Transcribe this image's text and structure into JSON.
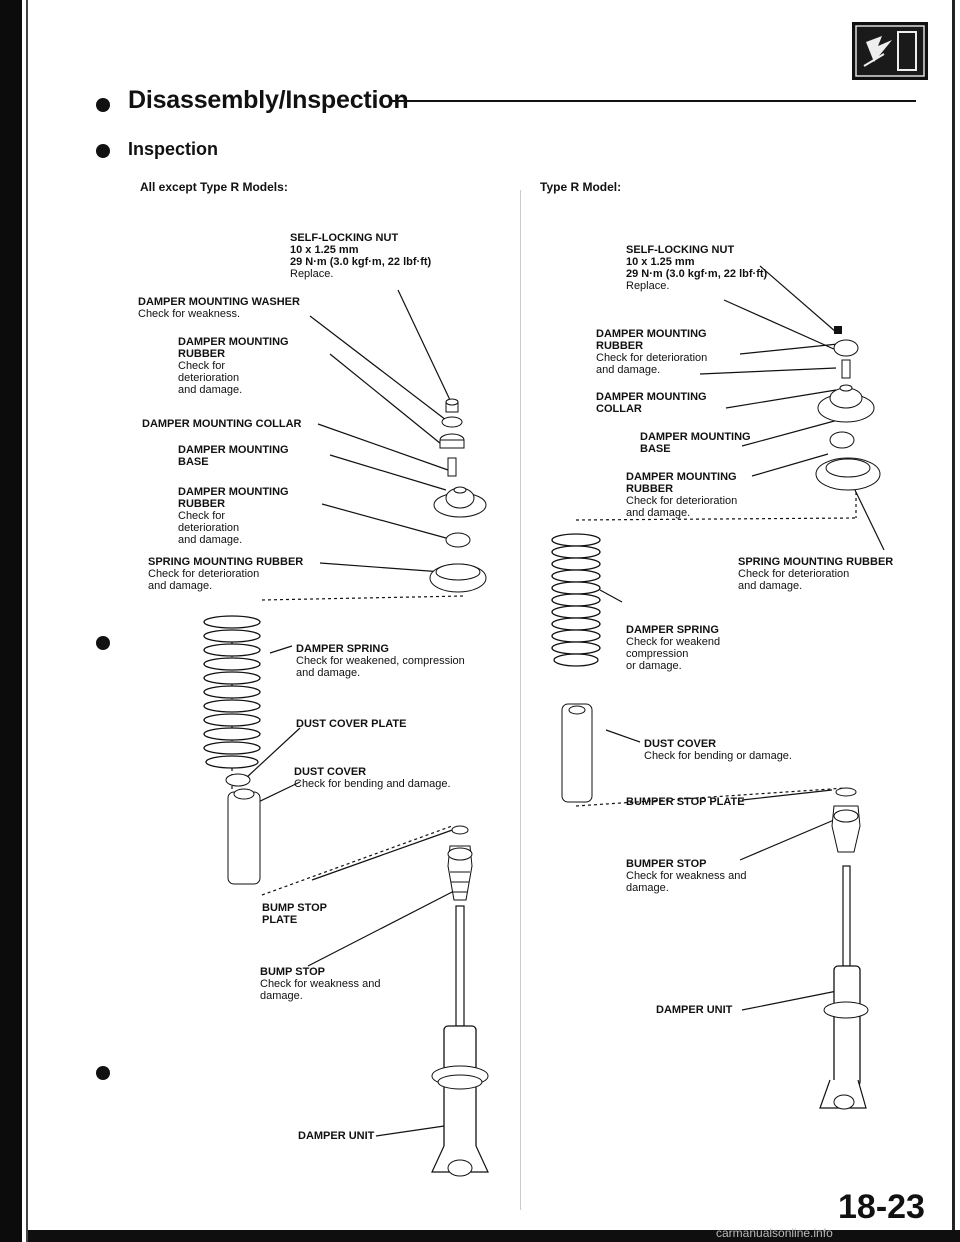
{
  "page": {
    "title": "Disassembly/Inspection",
    "section": "Inspection",
    "page_number": "18-23",
    "watermark": "carmanualsonline.info",
    "logo_icon": "suspension-logo-icon"
  },
  "left": {
    "heading": "All except Type R Models:",
    "labels": {
      "nut_title": "SELF-LOCKING NUT",
      "nut_size": "10 x 1.25 mm",
      "nut_torque": "29 N·m (3.0 kgf·m, 22 lbf·ft)",
      "nut_note": "Replace.",
      "washer_title": "DAMPER MOUNTING WASHER",
      "washer_note": "Check for weakness.",
      "rubber1_title1": "DAMPER MOUNTING",
      "rubber1_title2": "RUBBER",
      "rubber1_note1": "Check for",
      "rubber1_note2": "deterioration",
      "rubber1_note3": "and damage.",
      "collar_title": "DAMPER MOUNTING COLLAR",
      "base_title1": "DAMPER MOUNTING",
      "base_title2": "BASE",
      "rubber2_title1": "DAMPER MOUNTING",
      "rubber2_title2": "RUBBER",
      "rubber2_note1": "Check for",
      "rubber2_note2": "deterioration",
      "rubber2_note3": "and damage.",
      "spring_rubber_title": "SPRING MOUNTING RUBBER",
      "spring_rubber_note1": "Check for deterioration",
      "spring_rubber_note2": "and damage.",
      "spring_title": "DAMPER SPRING",
      "spring_note1": "Check for weakened, compression",
      "spring_note2": "and damage.",
      "plate_title": "DUST COVER PLATE",
      "cover_title": "DUST COVER",
      "cover_note": "Check for bending and damage.",
      "bump_plate_title1": "BUMP STOP",
      "bump_plate_title2": "PLATE",
      "bump_stop_title": "BUMP STOP",
      "bump_stop_note1": "Check for weakness and",
      "bump_stop_note2": "damage.",
      "unit_title": "DAMPER UNIT"
    }
  },
  "right": {
    "heading": "Type R Model:",
    "labels": {
      "nut_title": "SELF-LOCKING NUT",
      "nut_size": "10 x 1.25 mm",
      "nut_torque": "29 N·m (3.0 kgf·m, 22 lbf·ft)",
      "nut_note": "Replace.",
      "rubber1_title1": "DAMPER MOUNTING",
      "rubber1_title2": "RUBBER",
      "rubber1_note1": "Check for deterioration",
      "rubber1_note2": "and damage.",
      "collar_title1": "DAMPER MOUNTING",
      "collar_title2": "COLLAR",
      "base_title1": "DAMPER MOUNTING",
      "base_title2": "BASE",
      "rubber2_title1": "DAMPER MOUNTING",
      "rubber2_title2": "RUBBER",
      "rubber2_note1": "Check for deterioration",
      "rubber2_note2": "and damage.",
      "spring_rubber_title": "SPRING MOUNTING RUBBER",
      "spring_rubber_note1": "Check for deterioration",
      "spring_rubber_note2": "and damage.",
      "spring_title": "DAMPER SPRING",
      "spring_note1": "Check for weakend",
      "spring_note2": "compression",
      "spring_note3": "or damage.",
      "cover_title": "DUST COVER",
      "cover_note": "Check for bending or damage.",
      "bumper_plate_title": "BUMPER STOP PLATE",
      "bumper_stop_title": "BUMPER STOP",
      "bumper_stop_note1": "Check for weakness and",
      "bumper_stop_note2": "damage.",
      "unit_title": "DAMPER UNIT"
    }
  }
}
